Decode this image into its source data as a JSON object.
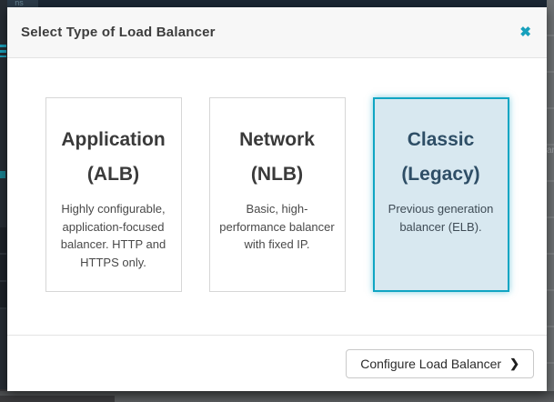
{
  "backdrop": {
    "tab_fragment": "ns",
    "row_fragment": "ar"
  },
  "modal": {
    "title": "Select Type of Load Balancer",
    "close_icon": "✖",
    "cards": [
      {
        "title_line1": "Application",
        "title_line2": "(ALB)",
        "description": "Highly configurable, application-focused balancer. HTTP and HTTPS only.",
        "selected": false
      },
      {
        "title_line1": "Network",
        "title_line2": "(NLB)",
        "description": "Basic, high-performance balancer with fixed IP.",
        "selected": false
      },
      {
        "title_line1": "Classic",
        "title_line2": "(Legacy)",
        "description": "Previous generation balancer (ELB).",
        "selected": true
      }
    ],
    "footer": {
      "configure_button_label": "Configure Load Balancer",
      "configure_button_icon": "❯"
    }
  },
  "colors": {
    "accent_teal": "#10a5c3",
    "selected_card_bg": "#d8e8f0",
    "selected_card_text": "#2e4e66",
    "header_bg": "#f7f7f7",
    "backdrop_dark": "#1b2734",
    "backdrop_gray": "#6e7173"
  }
}
